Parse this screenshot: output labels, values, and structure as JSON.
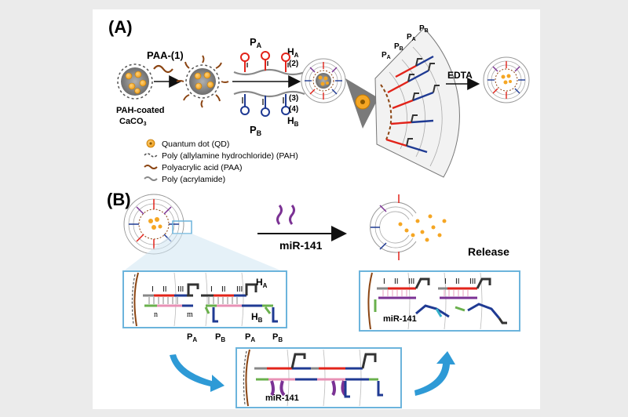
{
  "panel_a": {
    "label": "(A)",
    "paa_label": "PAA-(1)",
    "core_label_line1": "PAH-coated",
    "core_label_line2": "CaCO",
    "core_label_sub": "3",
    "pa_top": "P",
    "pa_top_sub": "A",
    "ha_top": "H",
    "ha_top_sub": "A",
    "num2": "(2)",
    "num3": "(3)",
    "num4": "(4)",
    "hb": "H",
    "hb_sub": "B",
    "pb": "P",
    "pb_sub": "B",
    "fan_labels": [
      {
        "t": "P",
        "s": "A"
      },
      {
        "t": "P",
        "s": "B"
      },
      {
        "t": "P",
        "s": "A"
      },
      {
        "t": "P",
        "s": "B"
      }
    ],
    "edta": "EDTA"
  },
  "legend": {
    "items": [
      "Quantum dot (QD)",
      "Poly (allylamine hydrochloride) (PAH)",
      "Polyacrylic acid (PAA)",
      "Poly (acrylamide)"
    ]
  },
  "panel_b": {
    "label": "(B)",
    "mir_label": "miR-141",
    "release": "Release",
    "roman": [
      "I",
      "II",
      "III"
    ],
    "n": "n",
    "m": "m",
    "ha": "H",
    "ha_sub": "A",
    "hb": "H",
    "hb_sub": "B",
    "bottom_labels": [
      {
        "t": "P",
        "s": "A"
      },
      {
        "t": "P",
        "s": "B"
      },
      {
        "t": "P",
        "s": "A"
      },
      {
        "t": "P",
        "s": "B"
      }
    ],
    "box_mir": "miR-141"
  },
  "colors": {
    "red": "#e2231a",
    "blue": "#1f3a93",
    "purple": "#7b3294",
    "orange": "#f5a623",
    "frame": "#6cb4dc",
    "arrow_blue": "#2e9ad6",
    "brown": "#8b4513"
  }
}
